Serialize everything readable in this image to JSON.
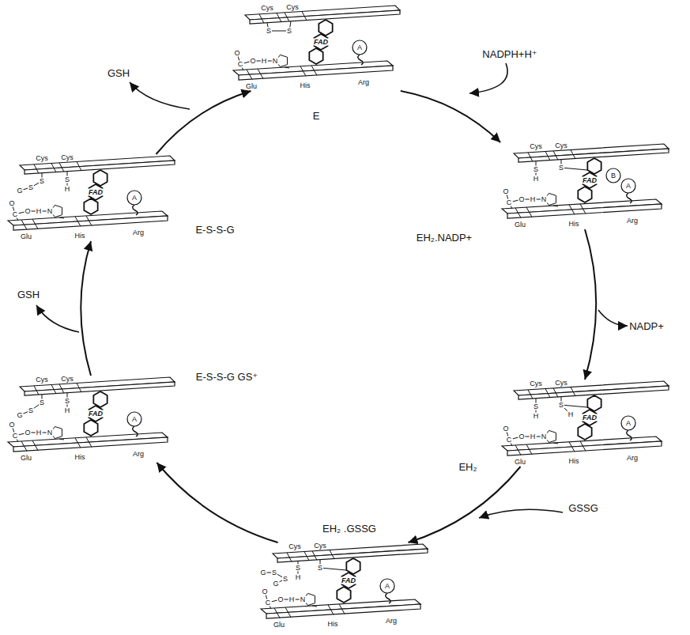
{
  "diagram": {
    "nodes": [
      {
        "text": [
          "E"
        ]
      },
      {
        "text": [
          "EH₂.NADP+"
        ]
      },
      {
        "text": [
          "EH₂"
        ]
      },
      {
        "text": [
          "EH₂ .GSSG"
        ]
      },
      {
        "text": [
          "E-S-S-G GS⁺"
        ]
      },
      {
        "text": [
          "E-S-S-G"
        ]
      }
    ],
    "edges": [
      {
        "from": 0,
        "to": 1,
        "arrow": "to"
      },
      {
        "from": 1,
        "to": 2,
        "arrow": "to"
      },
      {
        "from": 2,
        "to": 3,
        "arrow": "to"
      },
      {
        "from": 3,
        "to": 4,
        "arrow": "to"
      },
      {
        "from": 4,
        "to": 5,
        "arrow": "to"
      },
      {
        "from": 5,
        "to": 0,
        "arrow": "to"
      }
    ],
    "labels": [
      "Cys",
      "Cys",
      "FAD",
      "A",
      "Glu",
      "His",
      "Arg",
      "S",
      "S",
      "O",
      "C",
      "O",
      "H",
      "N",
      "Cys",
      "Cys",
      "FAD",
      "A",
      "Glu",
      "His",
      "Arg",
      "S",
      "H",
      "S",
      "B",
      "O",
      "C",
      "O",
      "H",
      "N",
      "Cys",
      "Cys",
      "FAD",
      "A",
      "Glu",
      "His",
      "Arg",
      "S",
      "H",
      "S",
      "H",
      "O",
      "C",
      "O",
      "H",
      "N",
      "Cys",
      "Cys",
      "FAD",
      "A",
      "Glu",
      "His",
      "Arg",
      "G",
      "S",
      "S",
      "G",
      "S",
      "H",
      "S",
      "O",
      "C",
      "O",
      "H",
      "N",
      "Cys",
      "Cys",
      "FAD",
      "A",
      "Glu",
      "His",
      "Arg",
      "S",
      "S",
      "G",
      "S",
      "H",
      "O",
      "C",
      "O",
      "H",
      "N",
      "Cys",
      "Cys",
      "FAD",
      "A",
      "Glu",
      "His",
      "Arg",
      "G",
      "S",
      "S",
      "S",
      "H",
      "O",
      "C",
      "O",
      "H",
      "N",
      "NADPH+H⁺",
      "NADP+",
      "GSSG",
      "GSH",
      "GSH"
    ]
  }
}
